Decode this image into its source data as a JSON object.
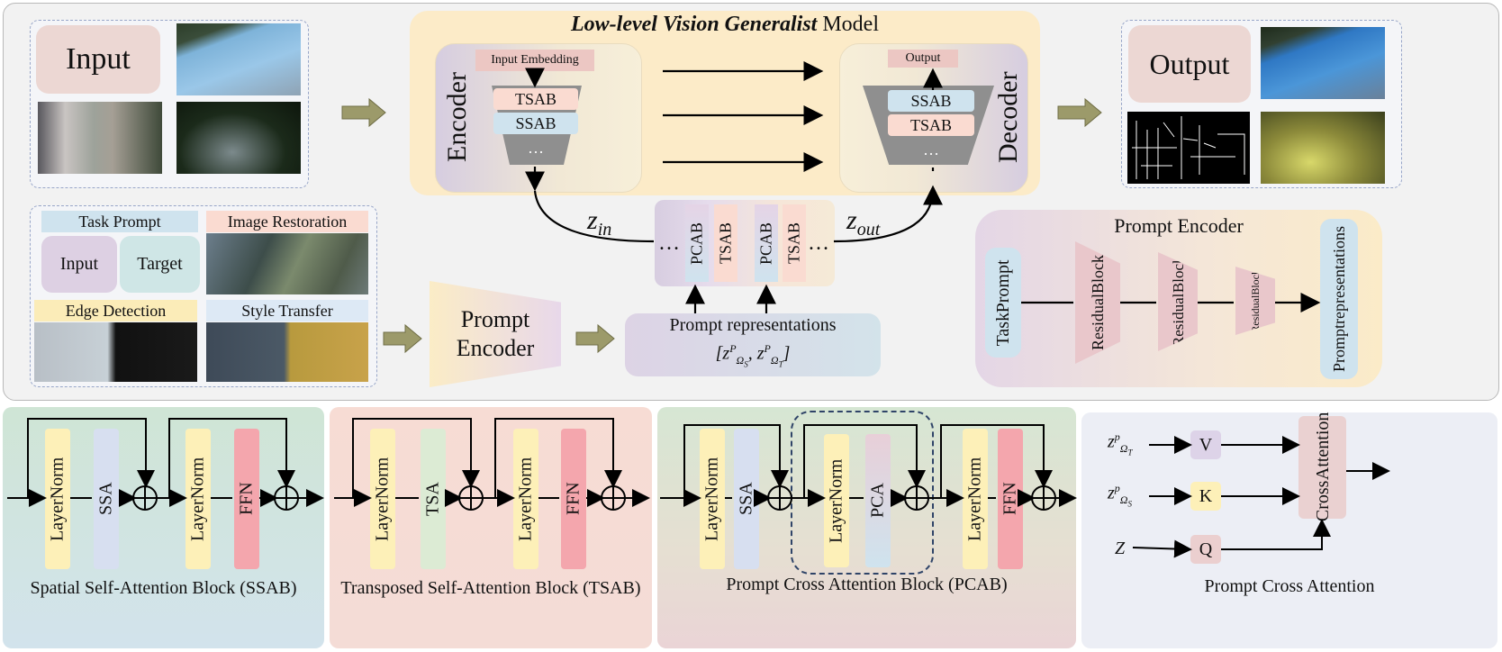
{
  "top": {
    "input_label": "Input",
    "output_label": "Output",
    "model_title_italic": "Low-level Vision Generalist",
    "model_title_rest": " Model",
    "encoder": {
      "side_label": "Encoder",
      "embed": "Input Embedding",
      "blocks": [
        "TSAB",
        "SSAB",
        "···"
      ]
    },
    "decoder": {
      "side_label": "Decoder",
      "output": "Output",
      "blocks": [
        "SSAB",
        "TSAB",
        "···"
      ]
    },
    "z_in": "z",
    "z_in_sub": "in",
    "z_out": "z",
    "z_out_sub": "out",
    "middle_blocks": [
      "PCAB",
      "TSAB",
      "PCAB",
      "TSAB"
    ],
    "middle_dots": "…",
    "prompt_encoder_label_1": "Prompt",
    "prompt_encoder_label_2": "Encoder",
    "prompt_repr_line1": "Prompt representations",
    "prompt_repr_line2": "[z",
    "task_prompt": {
      "title": "Task Prompt",
      "input": "Input",
      "target": "Target",
      "image_restoration": "Image Restoration",
      "edge_detection": "Edge Detection",
      "style_transfer": "Style Transfer"
    },
    "prompt_encoder_detail": {
      "title": "Prompt Encoder",
      "task_prompt_1": "Task",
      "task_prompt_2": "Prompt",
      "residual_1": "Residual",
      "residual_2": "Block",
      "repr_1": "Prompt",
      "repr_2": "representations"
    }
  },
  "bottom": {
    "ssab": {
      "caption": "Spatial Self-Attention Block (SSAB)",
      "blocks": [
        "LayerNorm",
        "SSA",
        "LayerNorm",
        "FFN"
      ]
    },
    "tsab": {
      "caption": "Transposed Self-Attention Block (TSAB)",
      "blocks": [
        "LayerNorm",
        "TSA",
        "LayerNorm",
        "FFN"
      ]
    },
    "pcab": {
      "caption": "Prompt Cross Attention Block (PCAB)",
      "blocks": [
        "LayerNorm",
        "SSA",
        "LayerNorm",
        "PCA",
        "LayerNorm",
        "FFN"
      ]
    },
    "pca": {
      "caption": "Prompt Cross Attention",
      "v": "V",
      "k": "K",
      "q": "Q",
      "cross_1": "Cross",
      "cross_2": "Attention",
      "z": "Z",
      "zt": "z",
      "zs": "z"
    }
  },
  "colors": {
    "panel_bg": "#f3f3f3",
    "model_bg": "#fcecc8",
    "tsab": "#fbdcd2",
    "ssab": "#cfe3ee",
    "layernorm": "#fdf0b8",
    "ffn": "#f7a9b0",
    "arrow_fill": "#9c9a6a"
  }
}
